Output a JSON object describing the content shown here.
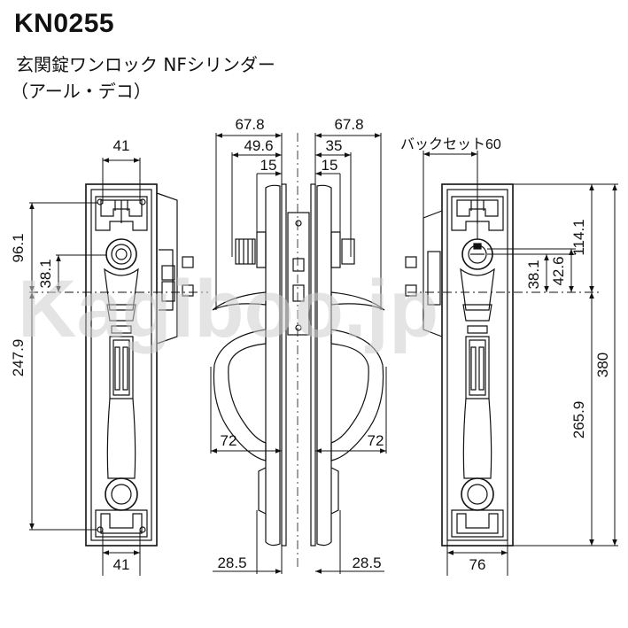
{
  "header": {
    "model": "KN0255",
    "line1": "玄関錠ワンロック NFシリンダー",
    "line2": "（アール・デコ）"
  },
  "watermark": "Kagiboo.jp",
  "dimensions": {
    "left_top_width": "41",
    "left_bottom_width": "41",
    "left_height_96": "96.1",
    "left_height_38": "38.1",
    "left_height_247": "247.9",
    "side_left_678": "67.8",
    "side_left_496": "49.6",
    "side_left_15": "15",
    "side_left_72": "72",
    "side_left_285": "28.5",
    "side_right_678": "67.8",
    "side_right_35": "35",
    "side_right_15": "15",
    "side_right_72": "72",
    "side_right_285": "28.5",
    "right_backset": "バックセット60",
    "right_38": "38.1",
    "right_426": "42.6",
    "right_1141": "114.1",
    "right_380": "380",
    "right_2659": "265.9",
    "right_bottom_width": "76"
  }
}
